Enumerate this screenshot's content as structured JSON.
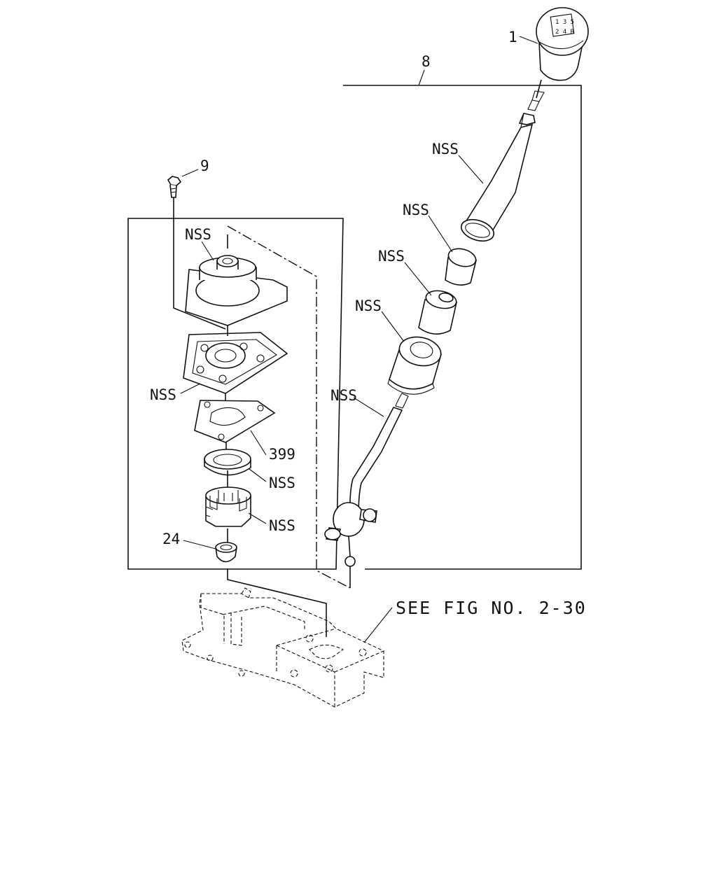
{
  "callouts": {
    "knob": "1",
    "assembly": "8",
    "bolt": "9",
    "nss_lever_upper": "NSS",
    "nss_bushing_1": "NSS",
    "nss_bushing_2": "NSS",
    "nss_bushing_3": "NSS",
    "nss_lever_lower": "NSS",
    "nss_boot": "NSS",
    "nss_plate": "NSS",
    "plate_399": "399",
    "nss_seal": "NSS",
    "nss_retainer": "NSS",
    "cap_24": "24"
  },
  "reference": "SEE FIG NO. 2-30"
}
